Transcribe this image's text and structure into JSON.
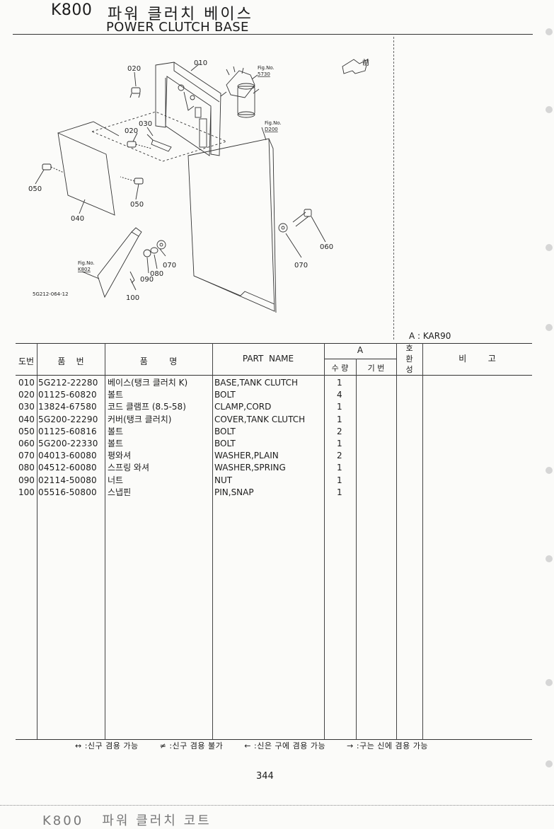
{
  "header": {
    "code": "K800",
    "title_ko": "파워 클러치 베이스",
    "title_en": "POWER CLUTCH BASE"
  },
  "diagram": {
    "callouts": [
      "010",
      "020",
      "020",
      "030",
      "040",
      "050",
      "050",
      "060",
      "070",
      "070",
      "080",
      "090",
      "100"
    ],
    "fig_refs": [
      {
        "line1": "Fig.No.",
        "line2": "5730"
      },
      {
        "line1": "Fig.No.",
        "line2": "D200"
      },
      {
        "line1": "Fig.No.",
        "line2": "K802"
      }
    ],
    "front_label": "前",
    "drawing_code": "5G212-064-12"
  },
  "model_note": "A : KAR90",
  "table": {
    "headers": {
      "ref_no": "도번",
      "part_no": "품    번",
      "part_name_ko": "품        명",
      "part_name_en": "PART  NAME",
      "group_a": "A",
      "qty": "수 량",
      "base_no": "기 번",
      "interchange": [
        "호",
        "환",
        "성"
      ],
      "remarks": "비        고"
    },
    "rows": [
      {
        "no": "010",
        "part": "5G212-22280",
        "ko": "베이스(탱크 클러치 K)",
        "en": "BASE,TANK CLUTCH",
        "qty": "1"
      },
      {
        "no": "020",
        "part": "01125-60820",
        "ko": "볼트",
        "en": "BOLT",
        "qty": "4"
      },
      {
        "no": "030",
        "part": "13824-67580",
        "ko": "코드 클램프 (8.5-58)",
        "en": "CLAMP,CORD",
        "qty": "1"
      },
      {
        "no": "040",
        "part": "5G200-22290",
        "ko": "커버(탱크 클러치)",
        "en": "COVER,TANK CLUTCH",
        "qty": "1"
      },
      {
        "no": "050",
        "part": "01125-60816",
        "ko": "볼트",
        "en": "BOLT",
        "qty": "2"
      },
      {
        "no": "060",
        "part": "5G200-22330",
        "ko": "볼트",
        "en": "BOLT",
        "qty": "1"
      },
      {
        "no": "070",
        "part": "04013-60080",
        "ko": "평와셔",
        "en": "WASHER,PLAIN",
        "qty": "2"
      },
      {
        "no": "080",
        "part": "04512-60080",
        "ko": "스프링 와셔",
        "en": "WASHER,SPRING",
        "qty": "1"
      },
      {
        "no": "090",
        "part": "02114-50080",
        "ko": "너트",
        "en": "NUT",
        "qty": "1"
      },
      {
        "no": "100",
        "part": "05516-50800",
        "ko": "스냅핀",
        "en": "PIN,SNAP",
        "qty": "1"
      }
    ]
  },
  "legend": [
    "↔ :신구 겸용 가능",
    "≠ :신구 겸용 불가",
    "← :신은 구에 겸용 가능",
    "→ :구는 신에 겸용 가능"
  ],
  "page_number": "344",
  "bottom_cut_text": "K800   파워 클러치 코트"
}
